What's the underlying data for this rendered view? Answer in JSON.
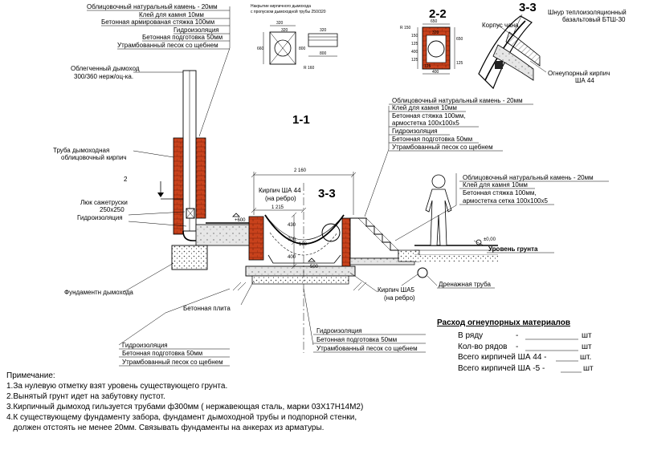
{
  "colors": {
    "brick": "#c8421c",
    "line": "#000000",
    "ground_hatch": "#555555"
  },
  "section_titles": {
    "s11": "1-1",
    "s22": "2-2",
    "s33": "3-3",
    "s33_inner": "3-3",
    "mark2": "2"
  },
  "chimney_layers": {
    "l1": "Облицовочный натуральный камень - 20мм",
    "l2": "Клей для камня  10мм",
    "l3": "Бетонная армированая стяжка 100мм",
    "l4": "Гидроизоляция",
    "l5": "Бетонная подготовка 50мм",
    "l6": "Утрамбованный песок со щебнем"
  },
  "cap": {
    "title1": "Накрытие кирпичного дымохода",
    "title2": "с пропуском дымоходной трубы 250/320",
    "d1": "320",
    "d2": "320",
    "d3": "800",
    "d4": "660",
    "d5": "320",
    "d6": "800",
    "r": "R 160"
  },
  "sec22": {
    "r": "R 150",
    "d1": "650",
    "d2": "320",
    "d3": "150",
    "d4": "125",
    "d5": "400",
    "d6": "125",
    "d7": "650",
    "d8": "125",
    "d9": "400",
    "d10": "125"
  },
  "sec33": {
    "l1": "Корпус чана",
    "l2a": "Шнур теплоизоляционный",
    "l2b": "базальтовый БТШ-30",
    "l3a": "Огнеупорный кирпич",
    "l3b": "ША 44"
  },
  "left_labels": {
    "flue1": "Облегченный дымоход",
    "flue2": "300/360 нерж/оц-ка.",
    "pipe1": "Труба дымоходная",
    "pipe2": "облицовочный кирпич",
    "hatch1": "Люк сажетруски",
    "hatch2": "250x250",
    "hydro": "Гидроизоляция",
    "foundation": "Фундаментн дымохода",
    "slab": "Бетонная плита"
  },
  "center": {
    "brick44a": "Кирпич ША 44",
    "brick44b": "(на ребро)",
    "dim2160": "2 160",
    "dim1215": "1 215",
    "dim430": "430",
    "dim700": "700",
    "dim400": "400",
    "dim100": "100",
    "lvl600": "+600",
    "lvl500": "-500",
    "brick5a": "Кирпич ША5",
    "brick5b": "(на ребро)"
  },
  "bottom_layers": {
    "l1": "Гидроизоляция",
    "l2": "Бетонная подготовка 50мм",
    "l3": "Утрамбованный песок со щебнем"
  },
  "center_layers": {
    "l1": "Гидроизоляция",
    "l2": "Бетонная подготовка 50мм",
    "l3": "Утрамбованный песок со щебнем"
  },
  "right_top_layers": {
    "l1": "Облицовочный натуральный камень - 20мм",
    "l2": "Клей для камня  10мм",
    "l3": "Бетонная  стяжка 100мм,",
    "l3b": "армостетка 100x100x5",
    "l4": "Гидроизоляция",
    "l5": "Бетонная подготовка 50мм",
    "l6": "Утрамбованный песок со щебнем"
  },
  "right_mid_layers": {
    "l1": "Облицовочный натуральный камень - 20мм",
    "l2": "Клей для камня  10мм",
    "l3": "Бетонная  стяжка 100мм,",
    "l4": "армостетка сетка 100x100x5"
  },
  "ground": {
    "zero": "±0,00",
    "level": "Уровень грунта",
    "drain": "Дренажная труба"
  },
  "materials": {
    "title": "Расход огнеупорных материалов",
    "rows": [
      {
        "label": "В ряду",
        "dash": "-",
        "unit": "шт"
      },
      {
        "label": "Кол-во рядов",
        "dash": "-",
        "unit": "шт"
      },
      {
        "label": "Всего кирпичей ША 44 -",
        "dash": "",
        "unit": "шт."
      },
      {
        "label": "Всего кирпичей ША -5 -",
        "dash": "",
        "unit": "шт"
      }
    ]
  },
  "notes": {
    "title": "Примечание:",
    "items": [
      "1.За нулевую отметку взят уровень существующего грунта.",
      "2.Вынятый грунт идет на забутовку пустот.",
      "3.Кирпичный дымоход гильзуется трубами ф300мм ( нержавеющая сталь, марки 03Х17Н14М2)",
      "4.К существующему фундаменту забора, фундамент дымоходной трубы и подпорной стенки,",
      "   должен отстоять не менее 20мм. Связывать фундаменты на анкерах из арматуры."
    ]
  }
}
